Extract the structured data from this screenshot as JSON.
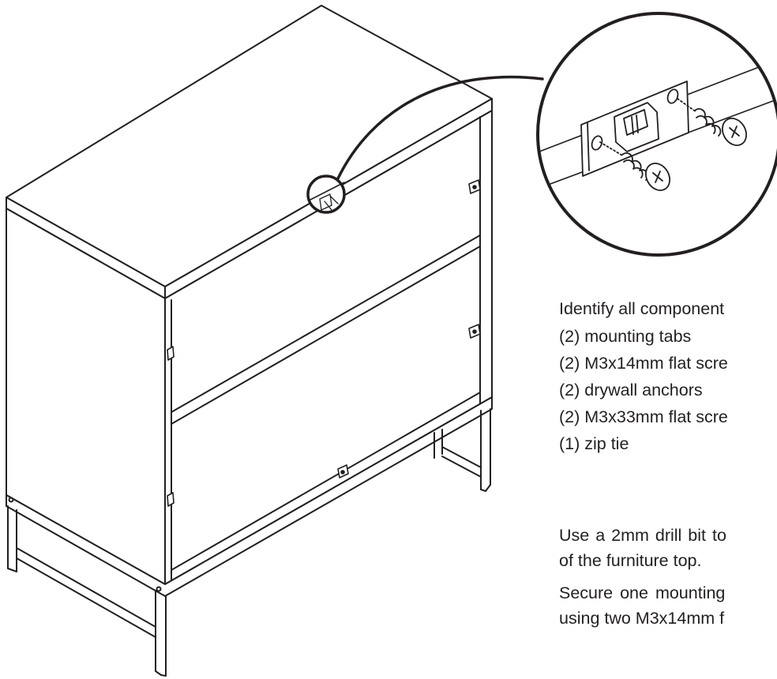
{
  "instructions": {
    "intro": "Identify all component",
    "components": [
      "(2) mounting tabs",
      "(2) M3x14mm flat scre",
      "(2) drywall anchors",
      "(2) M3x33mm flat scre",
      "(1) zip tie"
    ],
    "drill_line_1": "Use a 2mm drill bit to",
    "drill_line_2": "of the furniture top.",
    "secure_line_1": "Secure one mounting",
    "secure_line_2": "using two M3x14mm f"
  },
  "colors": {
    "ink": "#231f20",
    "paper": "#ffffff"
  },
  "icons": {
    "callout": "magnifier-callout-circle",
    "screw": "phillips-screw-icon",
    "tab": "mounting-tab-icon"
  }
}
